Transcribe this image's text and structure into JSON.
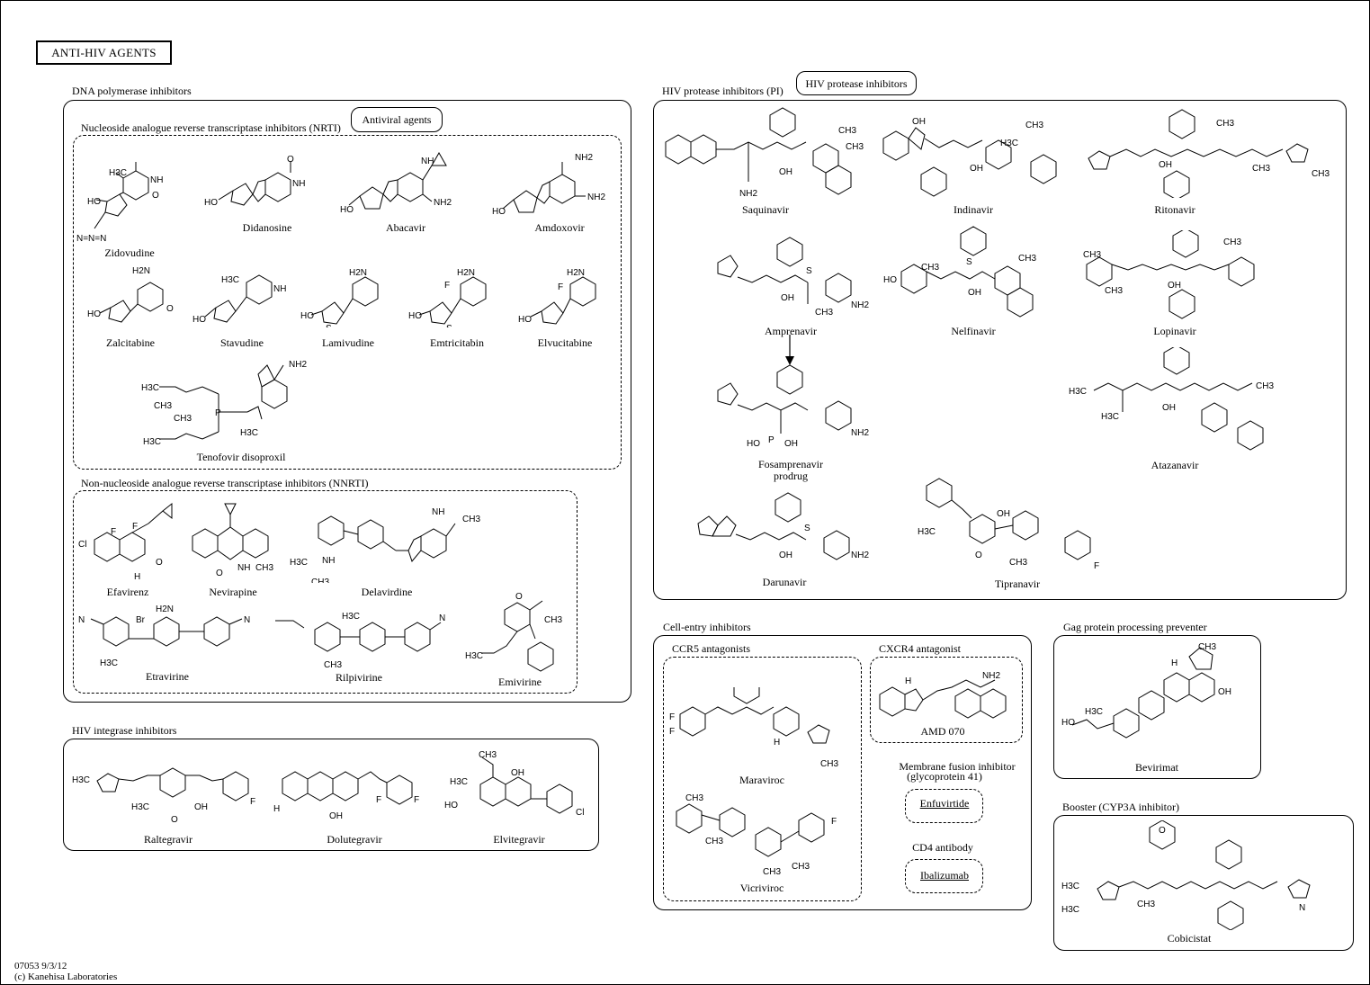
{
  "title": "ANTI-HIV  AGENTS",
  "footer": {
    "map_id": "07053 9/3/12",
    "copyright": "(c) Kanehisa Laboratories"
  },
  "links": {
    "antiviral": "Antiviral agents",
    "hiv_protease": "HIV protease inhibitors"
  },
  "sections": {
    "dna_polymerase": "DNA polymerase inhibitors",
    "nrti": "Nucleoside analogue reverse transcriptase inhibitors (NRTI)",
    "nnrti": "Non-nucleoside analogue reverse transcriptase inhibitors (NNRTI)",
    "integrase": "HIV integrase inhibitors",
    "protease_pi": "HIV protease inhibitors (PI)",
    "cell_entry": "Cell-entry inhibitors",
    "ccr5": "CCR5 antagonists",
    "cxcr4": "CXCR4 antagonist",
    "fusion_line1": "Membrane fusion inhibitor",
    "fusion_line2": "(glycoprotein 41)",
    "cd4": "CD4 antibody",
    "gag": "Gag protein processing preventer",
    "booster": "Booster (CYP3A inhibitor)"
  },
  "compounds": {
    "zidovudine": "Zidovudine",
    "didanosine": "Didanosine",
    "abacavir": "Abacavir",
    "amdoxovir": "Amdoxovir",
    "zalcitabine": "Zalcitabine",
    "stavudine": "Stavudine",
    "lamivudine": "Lamivudine",
    "emtricitabin": "Emtricitabin",
    "elvucitabine": "Elvucitabine",
    "tenofovir": "Tenofovir disoproxil",
    "efavirenz": "Efavirenz",
    "nevirapine": "Nevirapine",
    "delavirdine": "Delavirdine",
    "etravirine": "Etravirine",
    "rilpivirine": "Rilpivirine",
    "emivirine": "Emivirine",
    "raltegravir": "Raltegravir",
    "dolutegravir": "Dolutegravir",
    "elvitegravir": "Elvitegravir",
    "saquinavir": "Saquinavir",
    "indinavir": "Indinavir",
    "ritonavir": "Ritonavir",
    "amprenavir": "Amprenavir",
    "nelfinavir": "Nelfinavir",
    "lopinavir": "Lopinavir",
    "fosamprenavir_1": "Fosamprenavir",
    "fosamprenavir_2": "prodrug",
    "atazanavir": "Atazanavir",
    "darunavir": "Darunavir",
    "tipranavir": "Tipranavir",
    "maraviroc": "Maraviroc",
    "vicriviroc": "Vicriviroc",
    "amd070": "AMD 070",
    "enfuvirtide": "Enfuvirtide",
    "ibalizumab": "Ibalizumab",
    "bevirimat": "Bevirimat",
    "cobicistat": "Cobicistat"
  },
  "atom_labels": {
    "h3c": "H3C",
    "ch3": "CH3",
    "ho": "HO",
    "oh": "OH",
    "nh2": "NH2",
    "h2n": "H2N",
    "nh": "NH",
    "n": "N",
    "o": "O",
    "s": "S",
    "f": "F",
    "cl": "Cl",
    "br": "Br",
    "p": "P",
    "h": "H",
    "n3": "N=N=N"
  }
}
